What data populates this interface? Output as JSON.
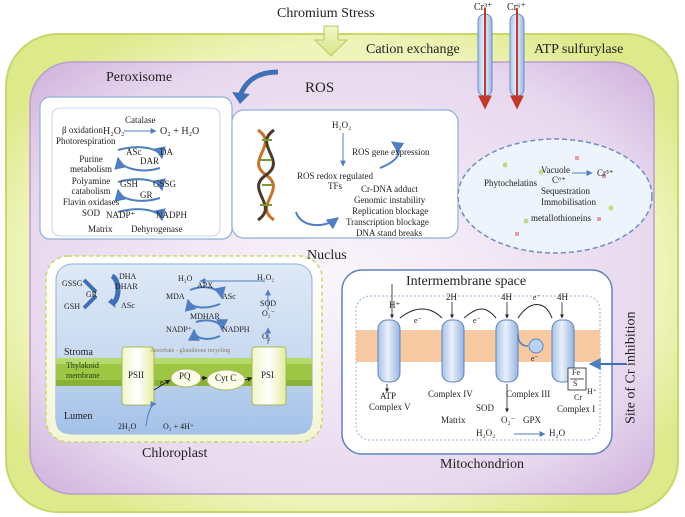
{
  "top": {
    "stress": "Chromium Stress",
    "cation_exchange": "Cation exchange",
    "atp_sulfurylase": "ATP sulfurylase",
    "cr3": "Cr³⁺",
    "cr6": "Cr⁶⁺"
  },
  "regions": {
    "peroxisome": "Peroxisome",
    "ros": "ROS",
    "nuclus": "Nuclus",
    "chloroplast": "Chloroplast",
    "mitochondrion": "Mitochondrion",
    "site": "Site of Cr inhibition"
  },
  "peroxisome": {
    "catalase": "Catalase",
    "beta_ox": "β oxidation",
    "photoresp": "Photorespiration",
    "h2o2": "H₂O₂",
    "o2h2o": "O₂ + H₂O",
    "purine": "Purine",
    "metabolism": "metabolism",
    "polyamine": "Polyamine",
    "catabolism": "catabolism",
    "flavin": "Flavin oxidases",
    "sod": "SOD",
    "asc": "ASc",
    "da": "DA",
    "dar": "DAR",
    "gsh": "GSH",
    "gssg": "GSSG",
    "gr": "GR",
    "nadp": "NADP⁺",
    "nadph": "NADPH",
    "matrix": "Matrix",
    "dehyrogenase": "Dehyrogenase"
  },
  "nucleus": {
    "h2o2": "H₂O₂",
    "gene": "ROS gene expression",
    "redox1": "ROS redox regulated",
    "redox2": "TFs",
    "effects": [
      "Cr-DNA adduct",
      "Genomic instability",
      "Replication blockage",
      "Transcription blockage",
      "DNA stand breaks"
    ]
  },
  "vacuole": {
    "phyto": "Phytochelatins",
    "vacuole": "Vacuole",
    "cr6": "C⁶⁺",
    "cr3": "Cr³⁺",
    "seq": "Sequestration",
    "immob": "Immobilisation",
    "metallo": "metallothioneins"
  },
  "chloroplast": {
    "gssg": "GSSG",
    "dha": "DHA",
    "dhar": "DHAR",
    "gr": "GR",
    "gsh": "GSH",
    "asc1": "ASc",
    "h2o": "H₂O",
    "apx": "APX",
    "mda": "MDA",
    "asc2": "ASc",
    "mdhar": "MDHAR",
    "nadp": "NADP⁺",
    "nadph": "NADPH",
    "h2o2": "H₂O₂",
    "sod": "SOD",
    "o2m": "O₂⁻",
    "o2": "O₂",
    "stroma": "Stroma",
    "cycling": "Ascorbate - glutathione recycling",
    "thylakoid1": "Thylakoid",
    "thylakoid2": "membrane",
    "psii": "PSII",
    "pq": "PQ",
    "cytc": "Cyt C",
    "psi": "PSI",
    "e": "e⁻",
    "lumen": "Lumen",
    "h2o_b": "2H₂O",
    "o2h": "O₂ + 4H⁺"
  },
  "mito": {
    "intermembrane": "Intermembrane space",
    "hplus": "H⁺",
    "h2": "2H",
    "h4a": "4H",
    "h4b": "4H",
    "e": "e⁻",
    "atp": "ATP",
    "complex5": "Complex V",
    "complex4": "Complex IV",
    "complex3": "Complex III",
    "complex1": "Complex I",
    "fe": "Fe",
    "s": "S",
    "cr": "Cr",
    "hplus2": "H⁺",
    "sod": "SOD",
    "matrix": "Matrix",
    "o2m": "O₂⁻",
    "gpx": "GPX",
    "h2o2": "H₂O₂",
    "h2o": "H₂O"
  }
}
